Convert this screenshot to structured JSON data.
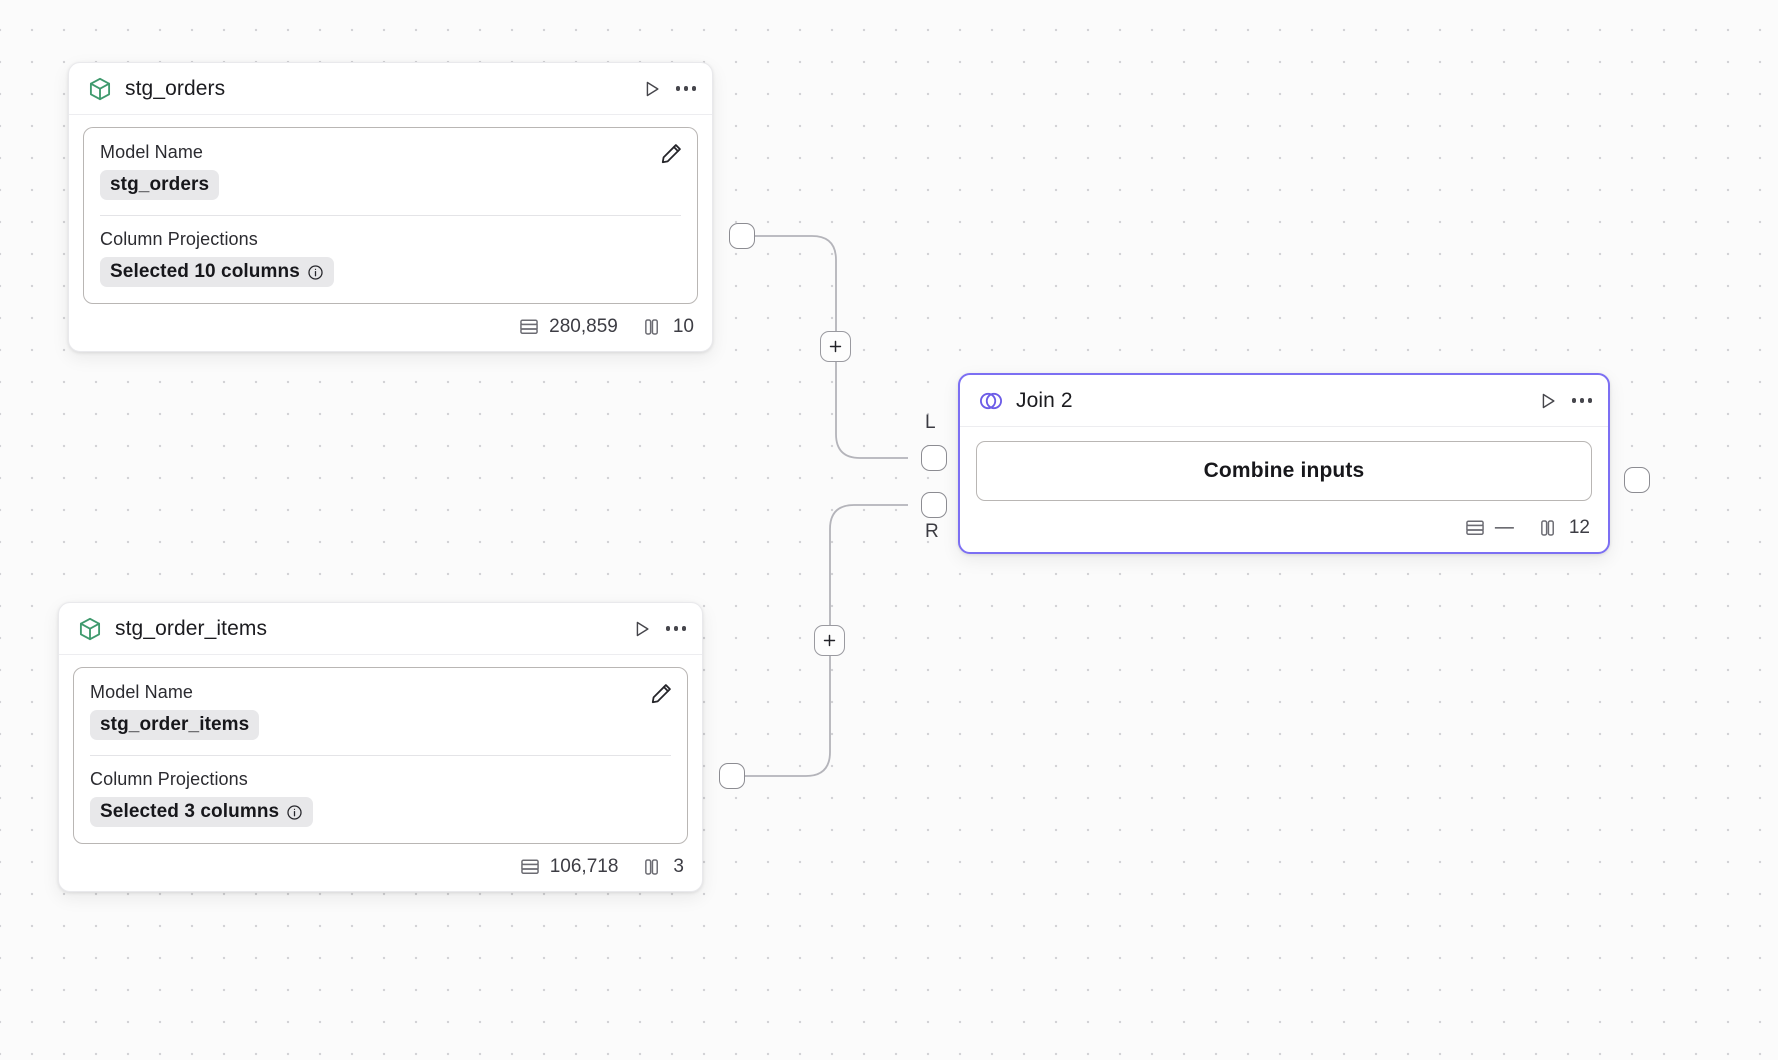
{
  "canvas": {
    "background_color": "#fbfbfb",
    "grid_dot_color": "#d3d3d6"
  },
  "nodes": [
    {
      "id": "stg_orders",
      "type": "model",
      "icon": "cube-icon",
      "icon_color": "#3f9a6d",
      "title": "stg_orders",
      "fields": [
        {
          "label": "Model Name",
          "value": "stg_orders"
        },
        {
          "label": "Column Projections",
          "value": "Selected 10 columns",
          "has_info": true
        }
      ],
      "footer": {
        "rows": "280,859",
        "columns": "10"
      },
      "actions": {
        "run": "run-icon",
        "more": "more-icon",
        "edit": "edit-icon"
      }
    },
    {
      "id": "stg_order_items",
      "type": "model",
      "icon": "cube-icon",
      "icon_color": "#3f9a6d",
      "title": "stg_order_items",
      "fields": [
        {
          "label": "Model Name",
          "value": "stg_order_items"
        },
        {
          "label": "Column Projections",
          "value": "Selected 3 columns",
          "has_info": true
        }
      ],
      "footer": {
        "rows": "106,718",
        "columns": "3"
      },
      "actions": {
        "run": "run-icon",
        "more": "more-icon",
        "edit": "edit-icon"
      }
    },
    {
      "id": "join_2",
      "type": "join",
      "icon": "venn-icon",
      "icon_color": "#6c5ce7",
      "title": "Join 2",
      "selected": true,
      "accent_color": "#7c6ff3",
      "body_button": "Combine inputs",
      "input_ports": [
        {
          "label": "L"
        },
        {
          "label": "R"
        }
      ],
      "footer": {
        "rows": "—",
        "columns": "12"
      },
      "actions": {
        "run": "run-icon",
        "more": "more-icon"
      }
    }
  ],
  "edges": [
    {
      "from": "stg_orders",
      "to": "join_2",
      "to_port": "L",
      "add_button": "+"
    },
    {
      "from": "stg_order_items",
      "to": "join_2",
      "to_port": "R",
      "add_button": "+"
    }
  ]
}
